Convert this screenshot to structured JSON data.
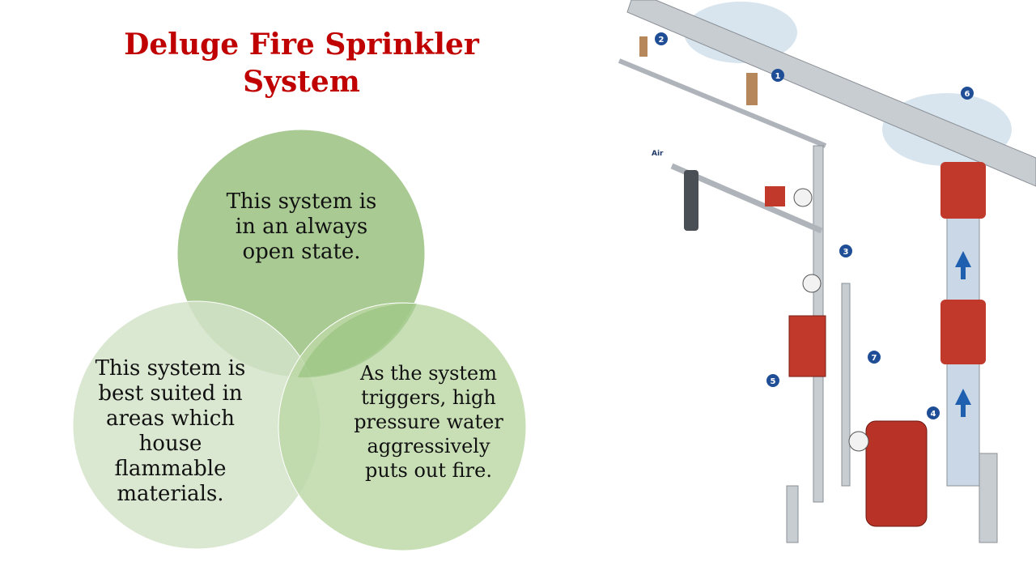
{
  "title": "Deluge Fire Sprinkler System",
  "venn": {
    "top": "This system is in an always open state.",
    "left": "This system is best suited in areas which house flammable materials.",
    "right": "As the system triggers, high pressure water aggressively puts out fire."
  },
  "illustration": {
    "air_label": "Air",
    "callouts": [
      "1",
      "2",
      "3",
      "4",
      "5",
      "6",
      "7"
    ]
  },
  "colors": {
    "title": "#c00000",
    "circle_top": "#a9ca93",
    "circle_left": "#d4e3c9",
    "circle_right": "#bcd8a6",
    "callout": "#1f4e96",
    "pipe_red": "#c0392b"
  }
}
